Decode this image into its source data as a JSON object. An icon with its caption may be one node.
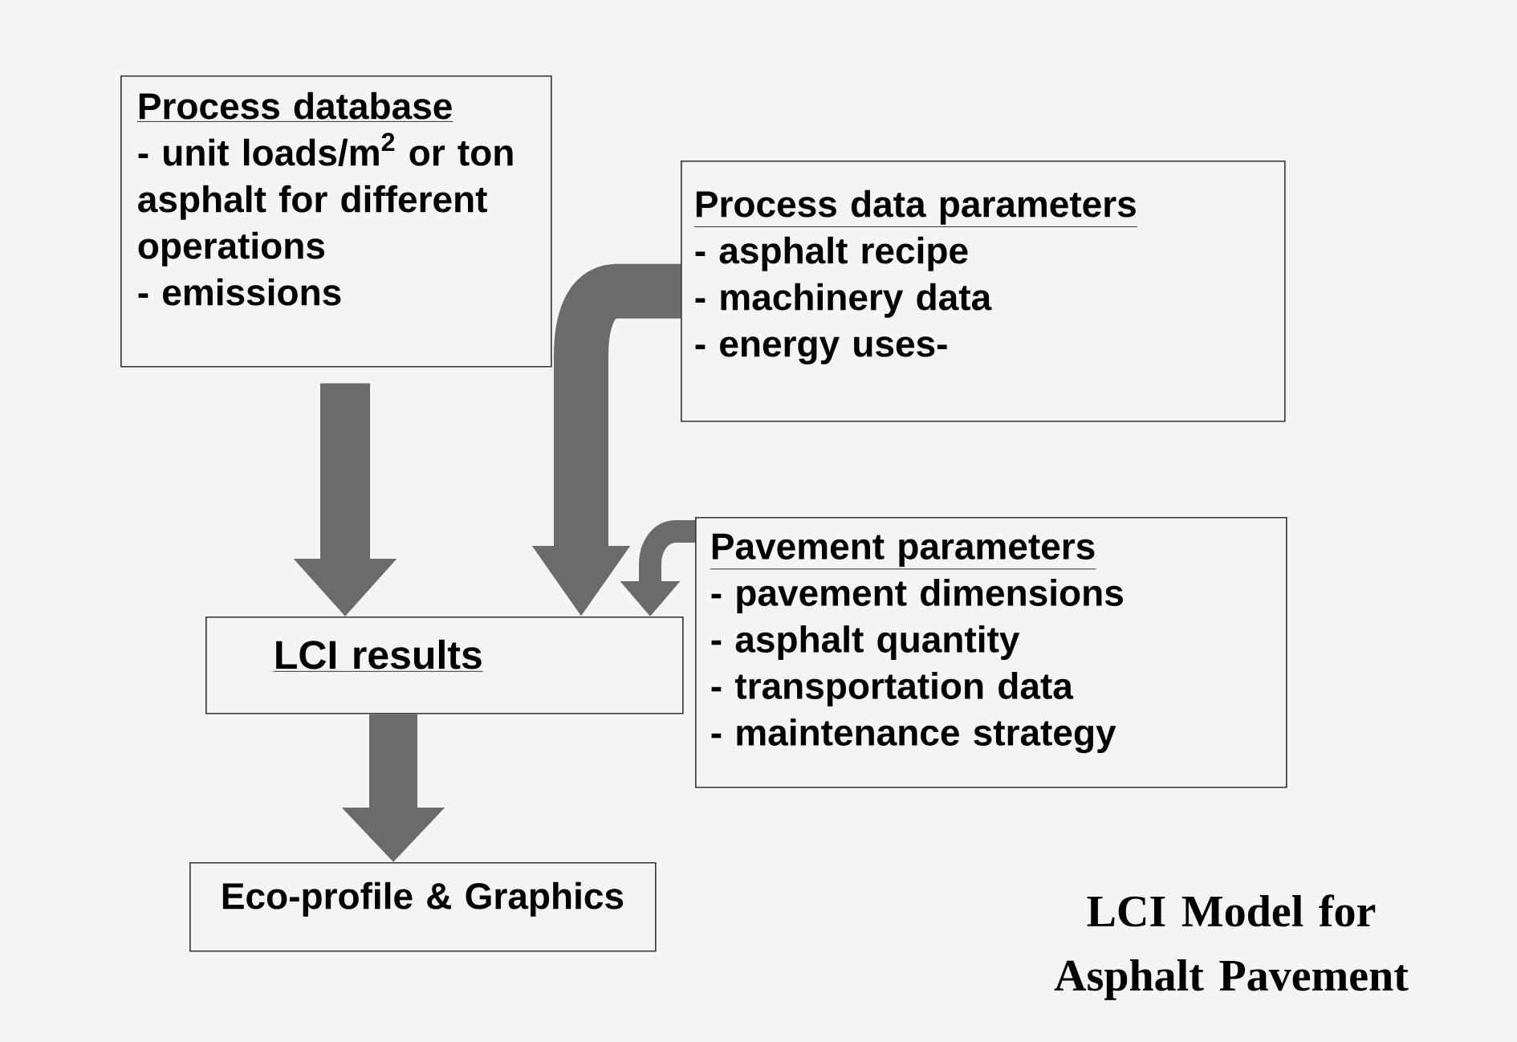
{
  "diagram": {
    "nodes": [
      {
        "text": [
          "Process database",
          "- unit loads/m$^{2}$ or ton asphalt for different operations",
          "- emissions"
        ]
      },
      {
        "text": [
          "Process data parameters",
          "- asphalt recipe",
          "- machinery data",
          "- energy uses-"
        ]
      },
      {
        "text": [
          "Pavement parameters",
          "- pavement dimensions",
          "- asphalt quantity",
          "- transportation data",
          "- maintenance strategy"
        ]
      },
      {
        "text": [
          "LCI results"
        ]
      },
      {
        "text": [
          "Eco-profile & Graphics"
        ]
      }
    ],
    "edges": [
      {
        "from": 0,
        "to": 3,
        "arrow": "to"
      },
      {
        "from": 1,
        "to": 3,
        "arrow": "to"
      },
      {
        "from": 2,
        "to": 3,
        "arrow": "to"
      },
      {
        "from": 3,
        "to": 4,
        "arrow": "to"
      }
    ],
    "labels": [
      "LCI Model for Asphalt Pavement"
    ]
  }
}
